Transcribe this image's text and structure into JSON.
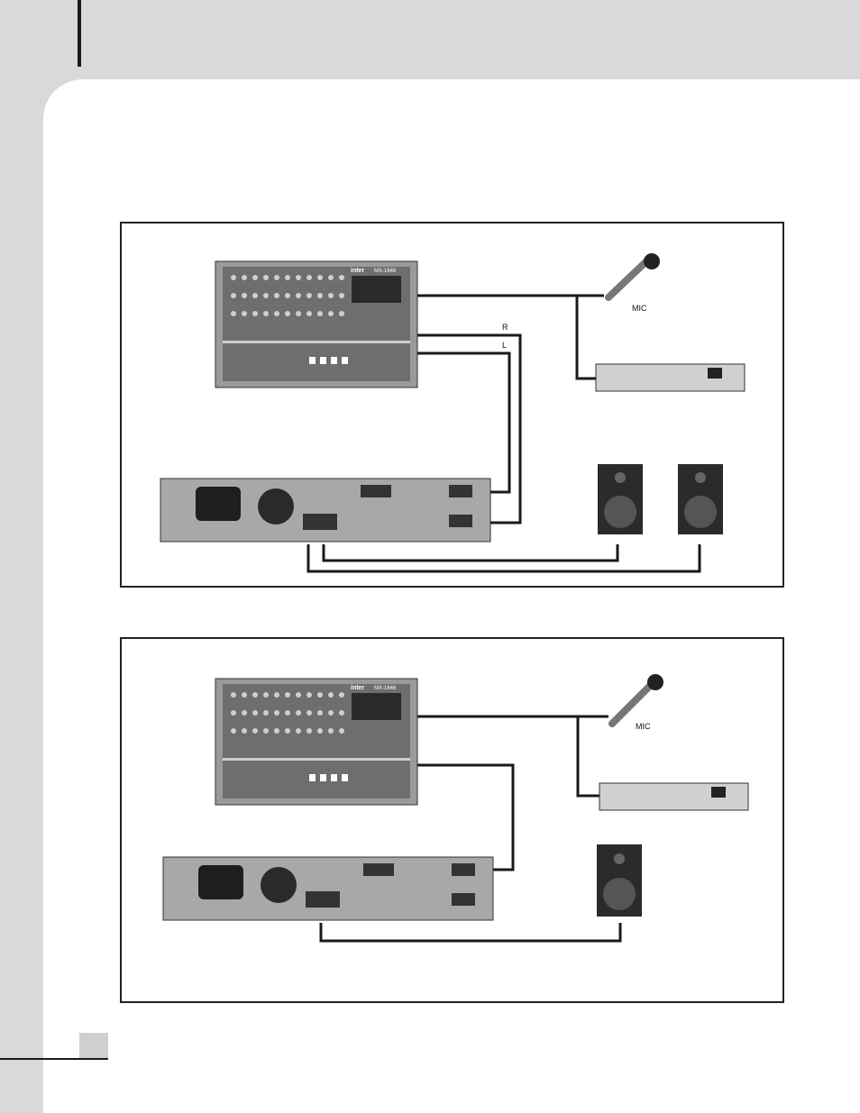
{
  "diagram_1": {
    "mic_label": "MIC",
    "right_label": "R",
    "left_label": "L",
    "mixer_brand": "inter",
    "mixer_model": "MX-1646"
  },
  "diagram_2": {
    "mic_label": "MIC",
    "mixer_brand": "inter",
    "mixer_model": "MX-1646"
  },
  "colors": {
    "page": "#ffffff",
    "margin": "#d9d9d9",
    "line": "#1a1a1a",
    "device": "#8c8c8c"
  }
}
